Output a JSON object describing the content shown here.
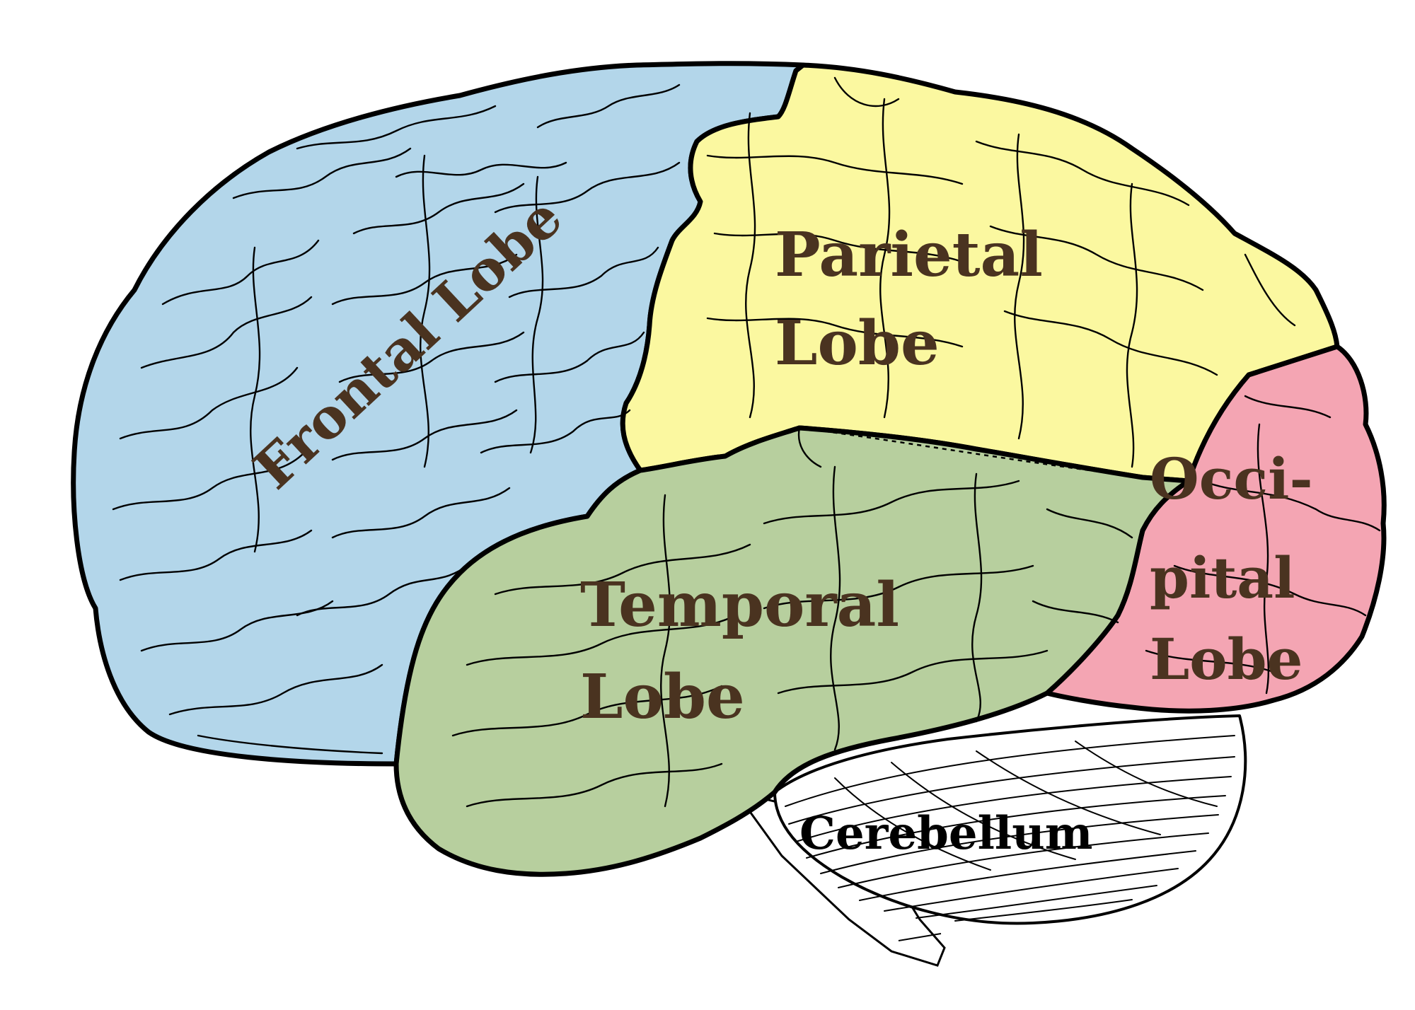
{
  "colors": {
    "frontal": "#b3d6ea",
    "parietal": "#fbf8a0",
    "temporal": "#b7cf9e",
    "occipital": "#f4a5b3",
    "cerebellum": "#ffffff",
    "label_text": "#4a3320",
    "cerebellum_text": "#000000"
  },
  "labels": {
    "frontal": "Frontal Lobe",
    "parietal": [
      "Parietal",
      "Lobe"
    ],
    "temporal": [
      "Temporal",
      "Lobe"
    ],
    "occipital": [
      "Occi-",
      "pital",
      "Lobe"
    ],
    "cerebellum": "Cerebellum"
  }
}
